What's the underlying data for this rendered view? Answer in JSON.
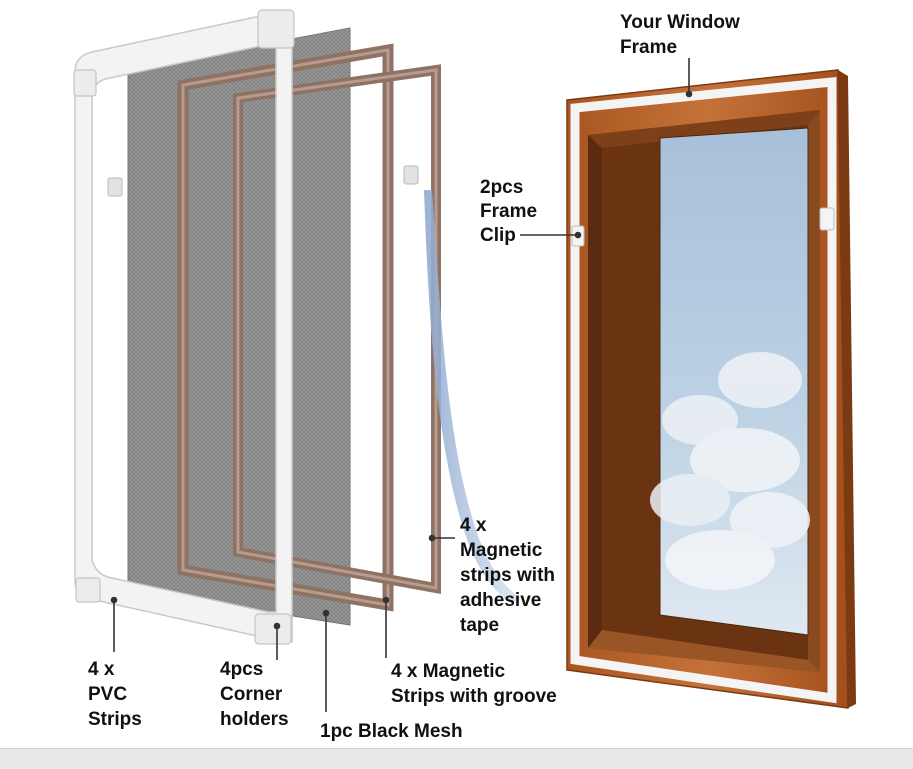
{
  "labels": {
    "window_frame": [
      "Your Window",
      "Frame"
    ],
    "frame_clip": [
      "2pcs",
      "Frame",
      "Clip"
    ],
    "magnetic_adhesive": [
      "4 x",
      "Magnetic",
      "strips with",
      "adhesive",
      "tape"
    ],
    "pvc_strips": [
      "4 x",
      "PVC",
      "Strips"
    ],
    "corner_holders": [
      "4pcs",
      "Corner",
      "holders"
    ],
    "black_mesh": [
      "1pc Black Mesh"
    ],
    "magnetic_groove": [
      "4 x Magnetic",
      "Strips with groove"
    ]
  },
  "colors": {
    "wood": "#b8622a",
    "wood_dark": "#6e3413",
    "pvc": "#f4f4f4",
    "mesh": "#8f8f8f",
    "magnet": "#9a7d6f",
    "sky": "#b5cde2",
    "tape": "#9fb7d8"
  }
}
